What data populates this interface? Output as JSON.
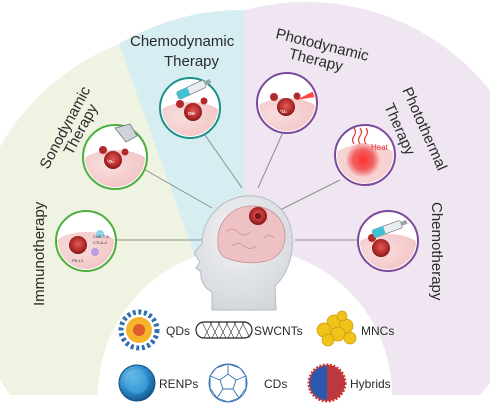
{
  "therapies": {
    "sonodynamic": {
      "line1": "Sonodynamic",
      "line2": "Therapy"
    },
    "chemodynamic": {
      "line1": "Chemodynamic",
      "line2": "Therapy"
    },
    "photodynamic": {
      "line1": "Photodynamic",
      "line2": "Therapy"
    },
    "photothermal": {
      "line1": "Photothermal",
      "line2": "Therapy"
    },
    "immunotherapy": {
      "label": "Immunotherapy"
    },
    "chemotherapy": {
      "label": "Chemotherapy"
    }
  },
  "callouts": {
    "heat": "Heat",
    "oh": "OH",
    "o2": "¹O₂",
    "pdl": "PD-L1",
    "cart": "CAR-T &",
    "ctla": "CTLA-4",
    "ctl": "CTLA-4"
  },
  "nanomaterials": [
    {
      "label": "QDs"
    },
    {
      "label": "SWCNTs"
    },
    {
      "label": "MNCs"
    },
    {
      "label": "RENPs"
    },
    {
      "label": "CDs"
    },
    {
      "label": "Hybrids"
    }
  ],
  "colors": {
    "green_sector": "#eef3e2",
    "blue_sector": "#d6eef2",
    "purple_sector": "#efe6f1",
    "green_ring": "#4caf3d",
    "teal_ring": "#1b8f8a",
    "purple_ring": "#7b4a9c",
    "line_color": "#8e8e8e"
  }
}
